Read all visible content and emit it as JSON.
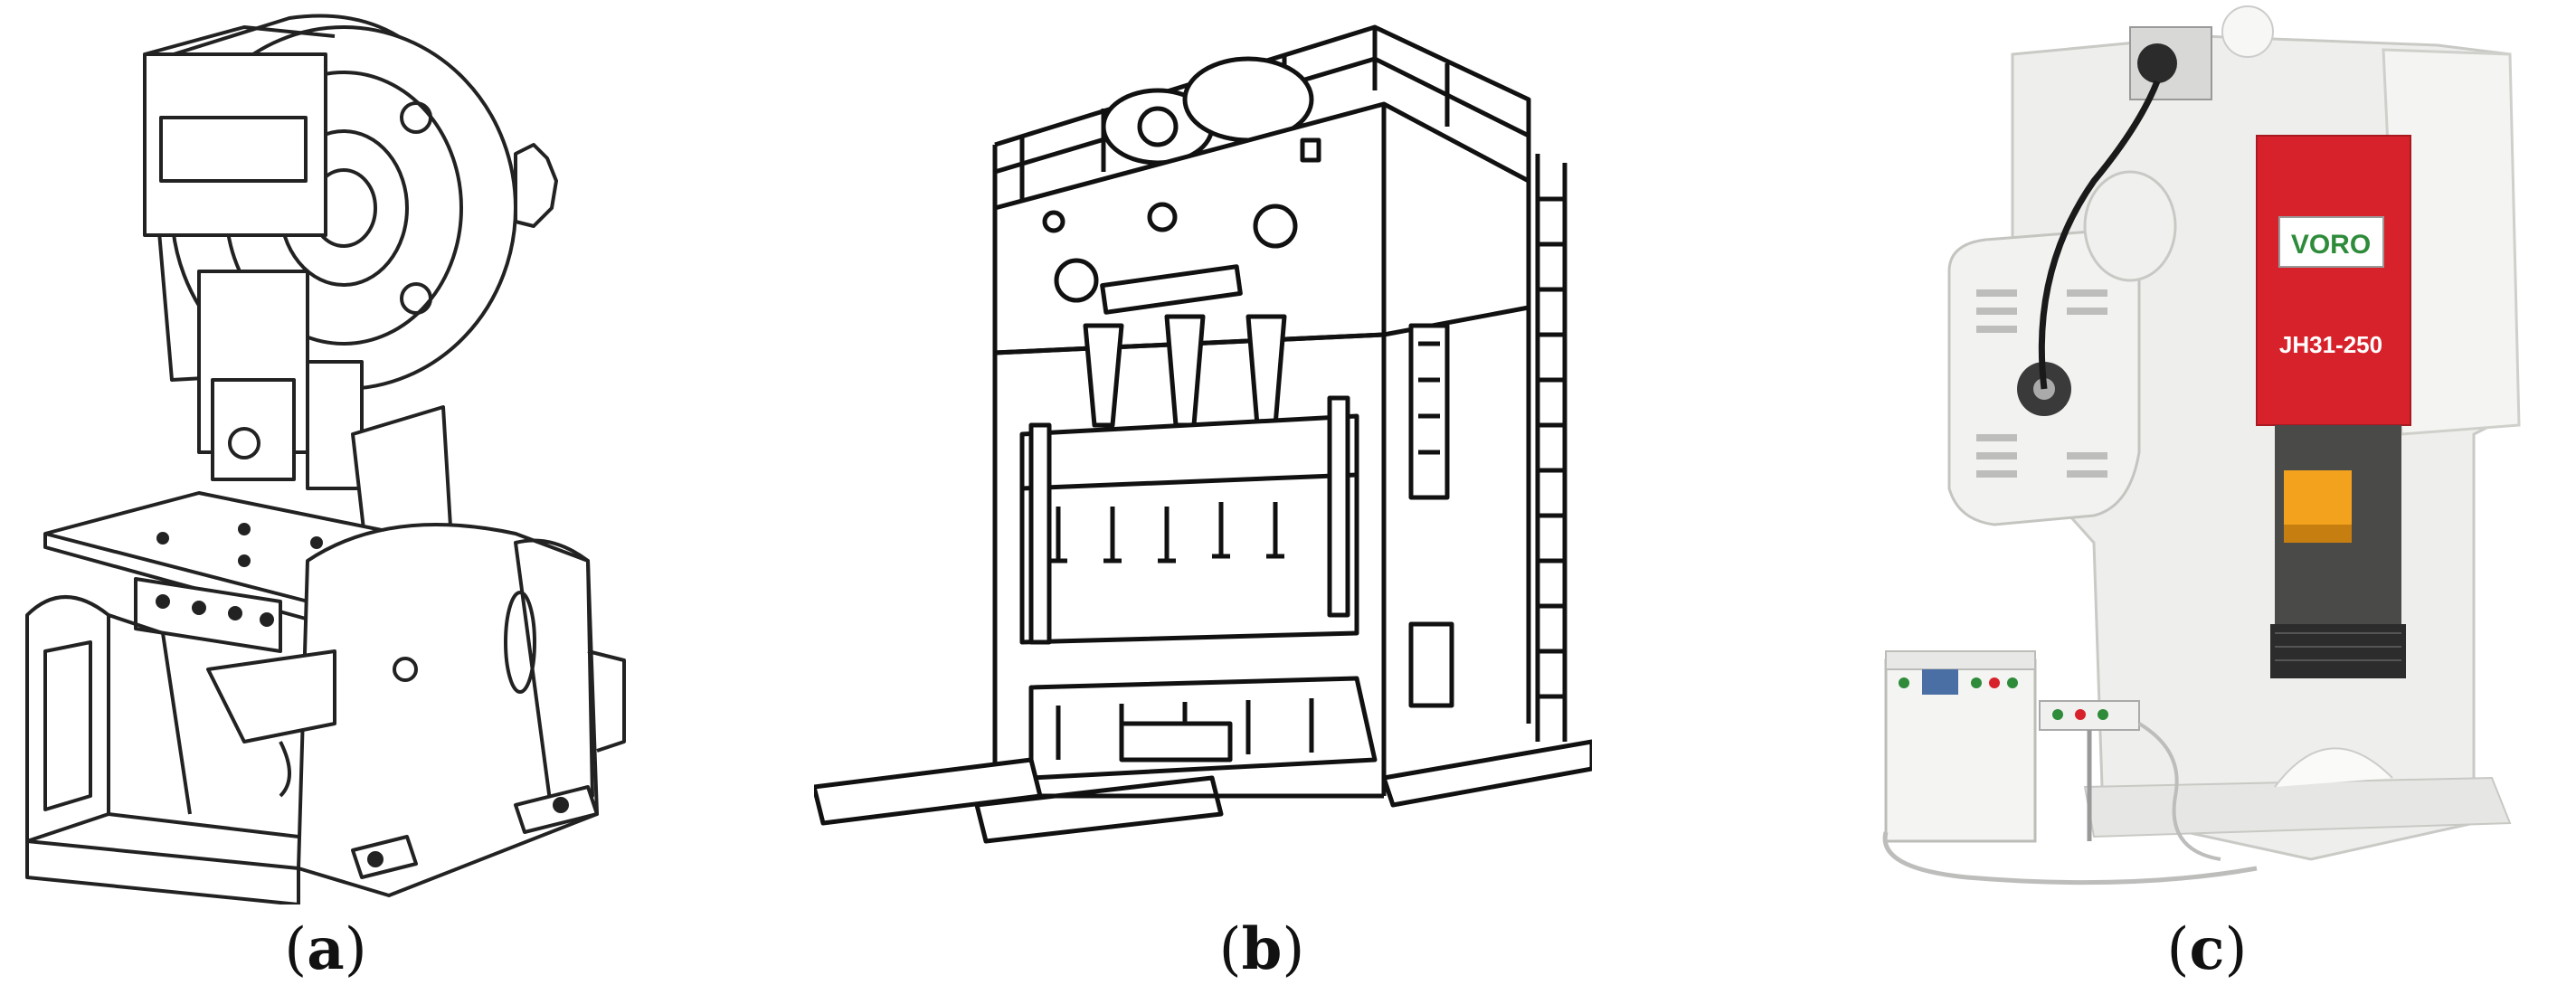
{
  "captions": {
    "a": {
      "open": "(",
      "letter": "a",
      "close": ")"
    },
    "b": {
      "open": "(",
      "letter": "b",
      "close": ")"
    },
    "c": {
      "open": "(",
      "letter": "c",
      "close": ")"
    }
  },
  "machine_c": {
    "brand": "VORO",
    "model": "JH31-250",
    "body_color": "#eeeeec",
    "panel_color": "#d8222b",
    "brand_color": "#2e8b3a",
    "bolster_color": "#f2a21c"
  }
}
